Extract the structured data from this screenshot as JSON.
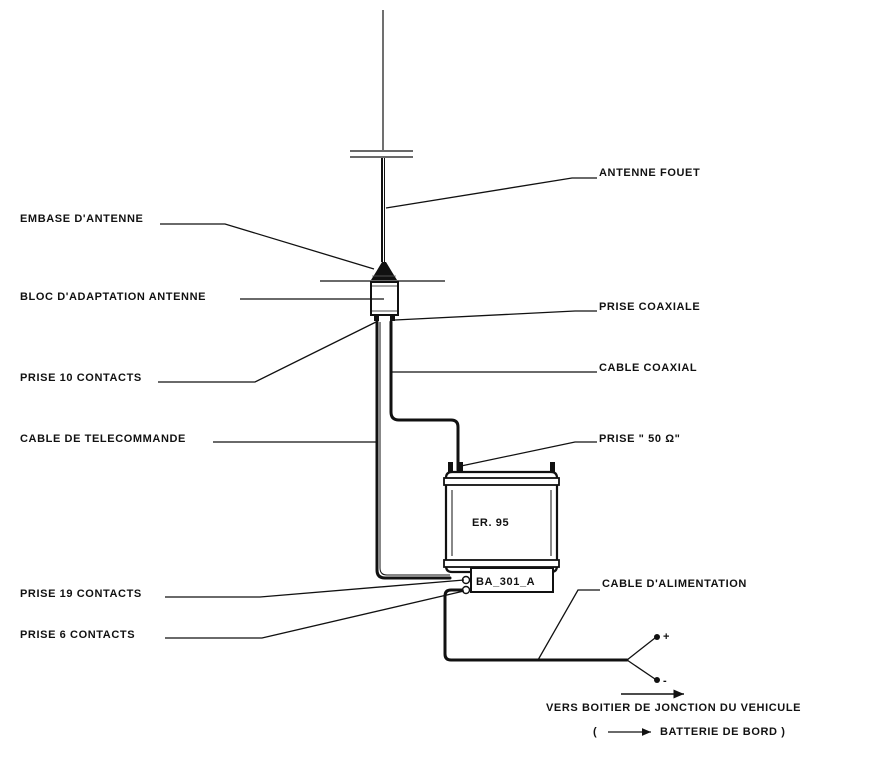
{
  "labels": {
    "antenne_fouet": "ANTENNE  FOUET",
    "embase_antenne": "EMBASE  D'ANTENNE",
    "bloc_adaptation": "BLOC  D'ADAPTATION  ANTENNE",
    "prise_coaxiale": "PRISE  COAXIALE",
    "prise_10_contacts": "PRISE  10 CONTACTS",
    "cable_coaxial": "CABLE  COAXIAL",
    "cable_telecommande": "CABLE  DE  TELECOMMANDE",
    "prise_50_ohm": "PRISE \" 50 Ω\"",
    "er95": "ER. 95",
    "ba301a": "BA_301_A",
    "prise_19_contacts": "PRISE  19  CONTACTS",
    "prise_6_contacts": "PRISE  6  CONTACTS",
    "cable_alimentation": "CABLE  D'ALIMENTATION",
    "plus": "+",
    "minus": "-",
    "vers_boitier": "VERS BOITIER DE  JONCTION  DU VEHICULE",
    "batterie_left": "(",
    "batterie_text": "BATTERIE DE BORD  )"
  }
}
